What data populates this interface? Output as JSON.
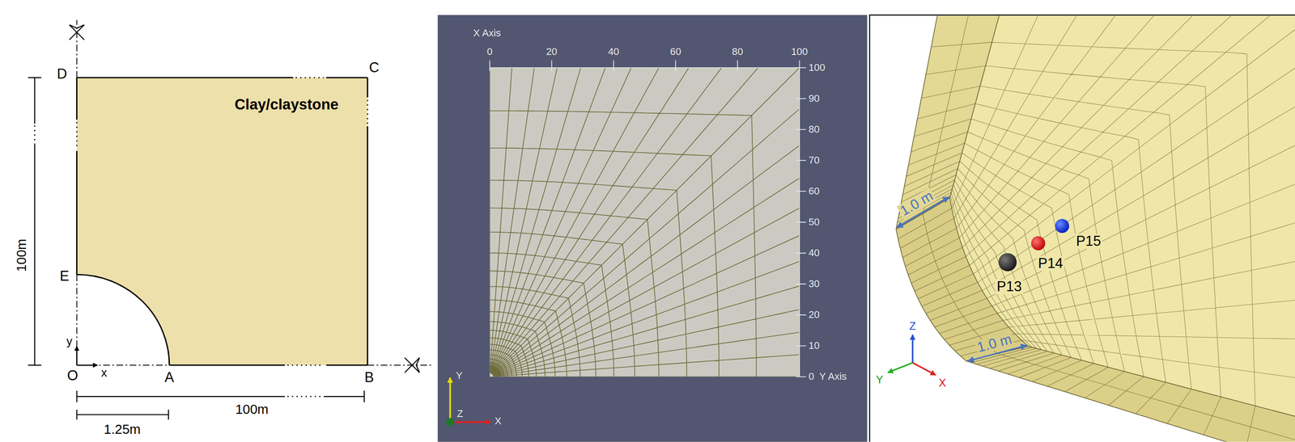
{
  "diagram": {
    "labels": [
      "D",
      "C",
      "Clay/claystone",
      "100m",
      "E",
      "y",
      "O",
      "x",
      "A",
      "B",
      "100m",
      "1.25m",
      "X Axis",
      "0",
      "20",
      "40",
      "60",
      "80",
      "100",
      "100",
      "90",
      "80",
      "70",
      "60",
      "50",
      "40",
      "30",
      "20",
      "10",
      "0",
      "Y Axis",
      "Y",
      "Z",
      "X",
      "1.0 m",
      "1.0 m",
      "P13",
      "P14",
      "P15",
      "Z",
      "Y",
      "X"
    ]
  }
}
